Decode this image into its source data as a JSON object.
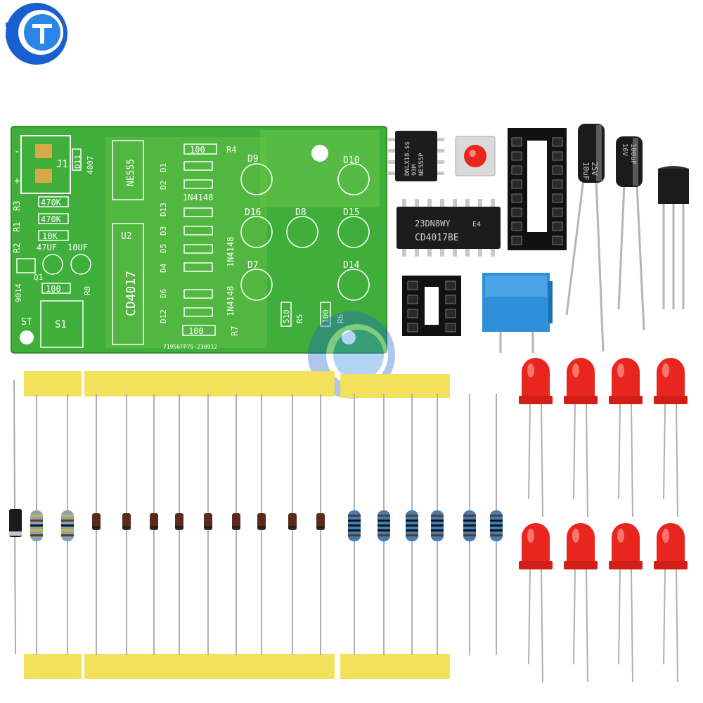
{
  "colors": {
    "pcb_green": "#3fae3a",
    "pcb_light": "#6cc84a",
    "led_red": "#e8251e",
    "cap_body": "#1b1b1b",
    "tape_yellow": "#f2e15a",
    "resistor_blue": "#3e7fc0",
    "trimmer_blue": "#2f8fd8",
    "logo_blue": "#1a5fcf"
  },
  "logo": {
    "icon": "brand-logo-icon"
  },
  "pcb": {
    "labels": {
      "j1": "J1",
      "d11": "D11",
      "p4007": "4007",
      "r3": "R3",
      "r1": "R1",
      "r2": "R2",
      "v470k_a": "470K",
      "v470k_b": "470K",
      "v10k": "10K",
      "v47uf": "47UF",
      "v10uf": "10UF",
      "q1": "Q1",
      "v9014": "9014",
      "r8": "R8",
      "r8_val": "100",
      "st": "ST",
      "s1": "S1",
      "ne555": "NE555",
      "u2": "U2",
      "cd4017": "CD4017",
      "r4_val": "100",
      "r4": "R4",
      "d1": "D1",
      "d2": "D2",
      "d13": "D13",
      "d3": "D3",
      "d5": "D5",
      "d4": "D4",
      "d6": "D6",
      "d12": "D12",
      "in4148_a": "1N4148",
      "in4148_b": "1N4148",
      "in4148_c": "1N4148",
      "d9": "D9",
      "d16": "D16",
      "d8": "D8",
      "d7": "D7",
      "d10": "D10",
      "d15": "D15",
      "d14": "D14",
      "r5_val": "510",
      "r5": "R5",
      "r6_val": "100",
      "r6": "R6",
      "r7_val": "100",
      "r7": "R7",
      "serial": "71956FP75-230912",
      "minus": "-",
      "plus": "+"
    }
  },
  "components": {
    "ne555_chip": {
      "line1": "NE555P",
      "line2": "93M",
      "line3": "DNLX18.$$"
    },
    "cd4017_chip": {
      "line1": "23DN8WY",
      "line1b": "E4",
      "line2": "CD4017BE"
    },
    "cap_25v": {
      "line1": "25V",
      "line2": "10uF"
    },
    "cap_16v": {
      "line1": "100uF",
      "line2": "16V"
    }
  }
}
